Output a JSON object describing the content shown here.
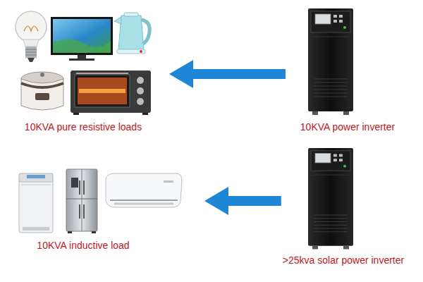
{
  "diagram": {
    "nodes": [
      {
        "text": [
          "10KVA pure resistive loads"
        ]
      },
      {
        "text": [
          "10KVA power inverter"
        ]
      },
      {
        "text": [
          "10KVA inductive load"
        ]
      },
      {
        "text": [
          ">25kva solar power inverter"
        ]
      }
    ],
    "edges": [
      {
        "from": 1,
        "to": 0,
        "arrow": "to"
      },
      {
        "from": 3,
        "to": 2,
        "arrow": "to"
      }
    ]
  }
}
